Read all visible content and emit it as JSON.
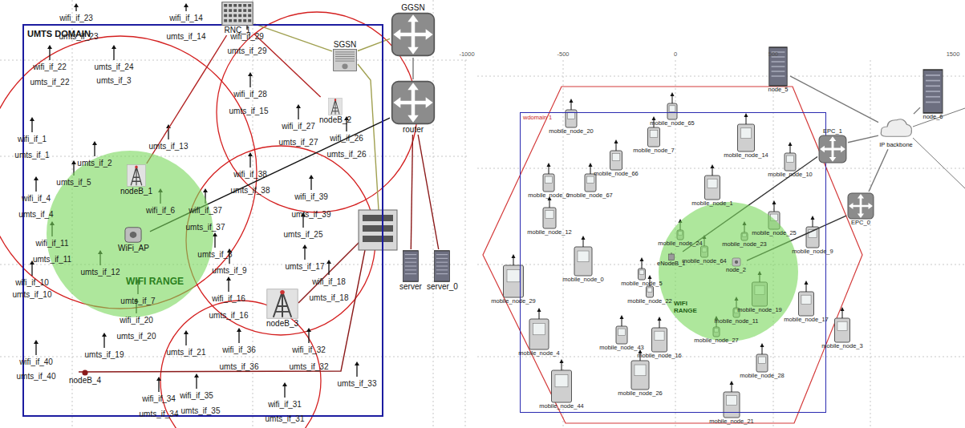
{
  "diagram": {
    "nodes": [
      {
        "text": [
          "UMTS DOMAIN"
        ]
      },
      {
        "text": [
          "WIFI RANGE"
        ],
        "in": 0
      },
      {
        "text": [
          "nodeB_1"
        ],
        "in": 1
      },
      {
        "text": [
          "WiFi_AP"
        ],
        "in": 1
      },
      {
        "text": [
          "nodeB_2"
        ],
        "in": 0
      },
      {
        "text": [
          "nodeB_3"
        ],
        "in": 0
      },
      {
        "text": [
          "nodeB_4"
        ],
        "in": 0
      },
      {
        "text": [
          "RNC_1"
        ]
      },
      {
        "text": [
          "SGSN"
        ],
        "in": 0
      },
      {
        "text": [
          "GGSN"
        ]
      },
      {
        "text": [
          "router"
        ]
      },
      {
        "text": [
          "server"
        ]
      },
      {
        "text": [
          "server_0"
        ]
      },
      {
        "text": [
          "wdomain 1"
        ]
      },
      {
        "text": [
          "WIFI RANGE"
        ],
        "in": 13
      },
      {
        "text": [
          "eNodeB_1"
        ],
        "in": 14
      },
      {
        "text": [
          "node_2"
        ],
        "in": 14
      },
      {
        "text": [
          "EPC_1"
        ]
      },
      {
        "text": [
          "EPC_0"
        ]
      },
      {
        "text": [
          "IP backbone"
        ]
      },
      {
        "text": [
          "node_5"
        ]
      },
      {
        "text": [
          "node_6"
        ]
      }
    ],
    "edges": [
      {
        "from": 7,
        "to": 8,
        "arrow": "none"
      },
      {
        "from": 8,
        "to": 9,
        "arrow": "none"
      },
      {
        "from": 7,
        "to": 2,
        "arrow": "none"
      },
      {
        "from": 7,
        "to": 4,
        "arrow": "none"
      },
      {
        "from": 9,
        "to": 10,
        "arrow": "none"
      },
      {
        "from": 10,
        "to": 3,
        "arrow": "none"
      },
      {
        "from": 10,
        "to": 11,
        "arrow": "none"
      },
      {
        "from": 10,
        "to": 12,
        "arrow": "none"
      },
      {
        "from": 19,
        "to": 20,
        "arrow": "none"
      },
      {
        "from": 19,
        "to": 21,
        "arrow": "none"
      },
      {
        "from": 19,
        "to": 17,
        "arrow": "none"
      },
      {
        "from": 19,
        "to": 18,
        "arrow": "none"
      },
      {
        "from": 17,
        "to": 15,
        "arrow": "none"
      },
      {
        "from": 18,
        "to": 16,
        "arrow": "none"
      }
    ],
    "labels": [
      "wifi_if_23",
      "umts_if_23",
      "wifi_if_14",
      "umts_if_14",
      "wifi_if_29",
      "umts_if_29",
      "wifi_if_22",
      "umts_if_22",
      "umts_if_24",
      "umts_if_3",
      "wifi_if_28",
      "umts_if_15",
      "wifi_if_27",
      "umts_if_27",
      "wifi_if_26",
      "umts_if_26",
      "umts_if_13",
      "umts_if_2",
      "wifi_if_1",
      "umts_if_1",
      "wifi_if_38",
      "umts_if_38",
      "wifi_if_4",
      "umts_if_4",
      "umts_if_5",
      "wifi_if_6",
      "wifi_if_39",
      "umts_if_39",
      "wifi_if_37",
      "umts_if_37",
      "wifi_if_11",
      "umts_if_11",
      "umts_if_25",
      "umts_if_8",
      "umts_if_12",
      "umts_if_9",
      "umts_if_17",
      "wifi_if_10",
      "umts_if_10",
      "umts_if_7",
      "wifi_if_18",
      "umts_if_18",
      "wifi_if_16",
      "umts_if_16",
      "wifi_if_20",
      "umts_if_20",
      "umts_if_21",
      "wifi_if_36",
      "umts_if_36",
      "wifi_if_32",
      "umts_if_32",
      "umts_if_19",
      "wifi_if_40",
      "umts_if_40",
      "umts_if_33",
      "wifi_if_34",
      "umts_if_34",
      "wifi_if_35",
      "umts_if_35",
      "wifi_if_31",
      "umts_if_31",
      "-1000",
      "-500",
      "0",
      "500",
      "1500",
      "mobile_node_65",
      "mobile_node_20",
      "mobile_node_7",
      "mobile_node_6",
      "mobile_node_67",
      "mobile_node_66",
      "mobile_node_14",
      "mobile_node_10",
      "mobile_node_1",
      "mobile_node_12",
      "mobile_node_29",
      "mobile_node_0",
      "mobile_node_24",
      "mobile_node_25",
      "mobile_node_23",
      "mobile_node_64",
      "mobile_node_9",
      "mobile_node_5",
      "mobile_node_22",
      "mobile_node_19",
      "mobile_node_11",
      "mobile_node_27",
      "mobile_node_17",
      "mobile_node_3",
      "mobile_node_43",
      "mobile_node_16",
      "mobile_node_4",
      "mobile_node_28",
      "mobile_node_26",
      "mobile_node_44",
      "mobile_node_21"
    ]
  }
}
